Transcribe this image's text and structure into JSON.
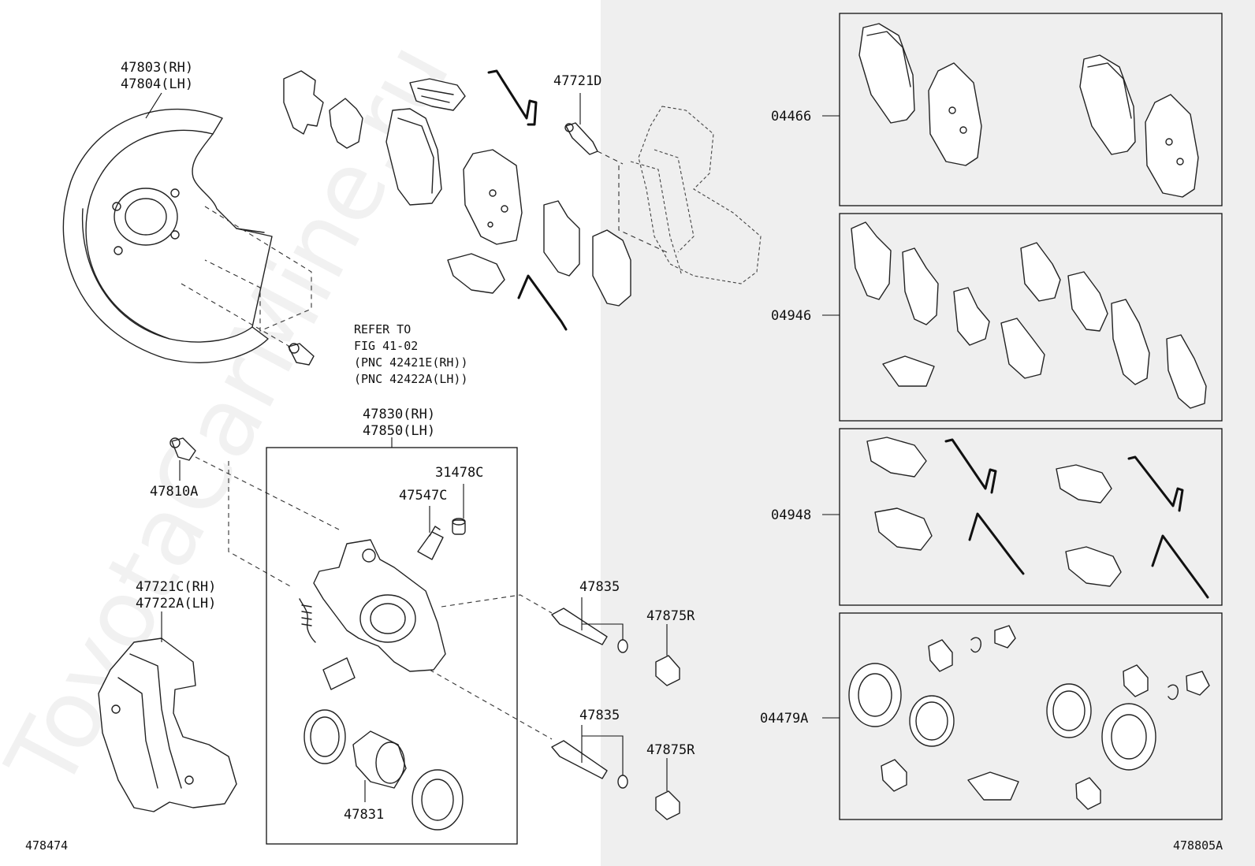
{
  "watermark": "ToyotaCarMine.ru",
  "left_diagram_id": "478474",
  "right_diagram_id": "478805A",
  "callouts": {
    "dust_cover_rh": "47803(RH)",
    "dust_cover_lh": "47804(LH)",
    "bolt_47721d": "47721D",
    "refer_to": "REFER TO",
    "fig_ref": "FIG 41-02",
    "pnc_rh": "(PNC 42421E(RH))",
    "pnc_lh": "(PNC 42422A(LH))",
    "cyl_assy_rh": "47830(RH)",
    "cyl_assy_lh": "47850(LH)",
    "cap_31478c": "31478C",
    "bleeder_47547c": "47547C",
    "bolt_47810a": "47810A",
    "mounting_rh": "47721C(RH)",
    "mounting_lh": "47722A(LH)",
    "pin_upper": "47835",
    "boot_upper": "47875R",
    "pin_lower": "47835",
    "boot_lower": "47875R",
    "piston_47831": "47831"
  },
  "kits": [
    {
      "code": "04466"
    },
    {
      "code": "04946"
    },
    {
      "code": "04948"
    },
    {
      "code": "04479A"
    }
  ]
}
